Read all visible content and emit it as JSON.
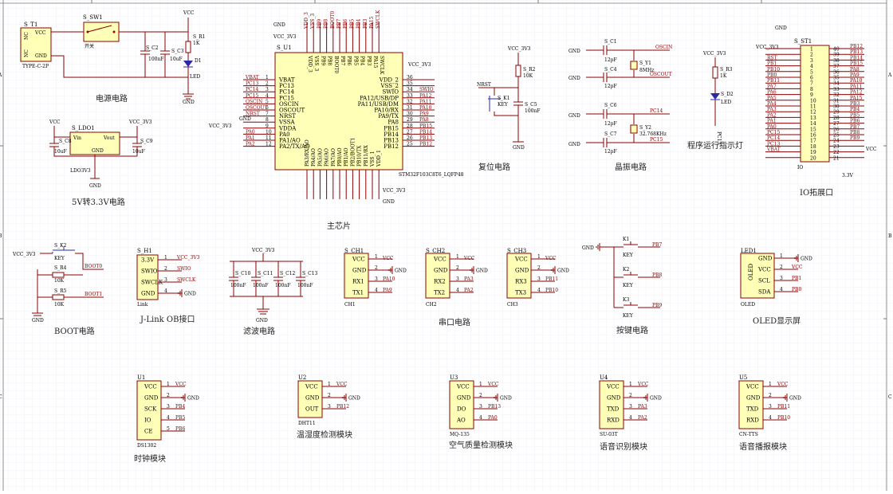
{
  "colors": {
    "wire": "#8b0000",
    "bus": "#2a2aa8",
    "body": "#ffffb8",
    "grid": "#e6e6ee"
  },
  "border": {
    "rows": [
      "A",
      "B",
      "C"
    ]
  },
  "titles": {
    "power": "电源电路",
    "ldo": "5V转3.3V电路",
    "mcu": "主芯片",
    "reset": "复位电路",
    "crystal": "晶振电路",
    "led": "程序运行指示灯",
    "io": "IO拓展口",
    "boot": "BOOT电路",
    "jlink": "J-Link OB接口",
    "filter": "滤波电路",
    "uart": "串口电路",
    "keys": "按键电路",
    "oled": "OLED显示屏",
    "clock": "时钟模块",
    "dht": "温湿度检测模块",
    "air": "空气质量检测模块",
    "asr": "语音识别模块",
    "tts": "语音播报模块"
  },
  "power": {
    "t1_ref": "S_T1",
    "t1_val": "TYPE-C-2P",
    "sw_ref": "S_SW1",
    "sw_val": "开关",
    "c2": "S_C2",
    "c2v": "100nF",
    "c3": "S_C3",
    "c3v": "10uF",
    "r1": "S_R1",
    "r1v": "1K",
    "d1": "D1",
    "led": "LED",
    "nc": "NC",
    "vcc": "VCC",
    "gnd": "GND"
  },
  "ldo": {
    "ref": "S_LDO1",
    "val": "LDO3V3",
    "vin": "Vin",
    "vout": "Vout",
    "gnd": "GND",
    "c8": "S_C8",
    "c8v": "10uF",
    "c9": "S_C9",
    "c9v": "10uF",
    "vcc": "VCC",
    "vcc3": "VCC_3V3"
  },
  "mcu": {
    "ref": "S_U1",
    "part": "STM32F103C8T6_LQFP48",
    "left": [
      "VBAT",
      "PC13",
      "PC14",
      "PC15",
      "OSCIN",
      "OSCOUT",
      "NRST",
      "VSSA",
      "VDDA",
      "PA0",
      "PA1/AO",
      "PA2/TX/AO"
    ],
    "right": [
      "VDD_2",
      "VSS_2",
      "SWIO",
      "PA12/USB/DP",
      "PA11/USB/DM",
      "PA10/RX",
      "PA9/TX",
      "PA8",
      "PB15",
      "PB14",
      "PB13",
      "PB12"
    ],
    "top": [
      "VDD_3",
      "VSS_3",
      "PB9",
      "PB8",
      "BOOT0",
      "PB7",
      "PB6",
      "PB5",
      "PB4",
      "PB3",
      "PA15",
      "SWCLK"
    ],
    "bottom": [
      "PA3/RX/AO",
      "PA4/AO",
      "PA5/AO",
      "PA6/AO",
      "PA7/AO",
      "PB0/AO",
      "PB1/AO",
      "PB2/BOOT1",
      "PB10/TX",
      "PB11/RX",
      "VSS_1",
      "VDD_1"
    ],
    "lnets": [
      "VBAT",
      "PC13",
      "PC14",
      "PC15",
      "OSCIN",
      "OSCOUT",
      "NRST",
      "",
      "",
      "PA0",
      "PA1",
      "PA2"
    ],
    "rnets": [
      "",
      "",
      "SWIO",
      "PA12",
      "PA11",
      "PA10",
      "PA9",
      "PA8",
      "PB15",
      "PB14",
      "PB13",
      "PB12"
    ],
    "vcc3": "VCC_3V3",
    "gnd": "GND"
  },
  "reset": {
    "vcc": "VCC_3V3",
    "r2": "S_R2",
    "r2v": "10K",
    "k": "S_K1",
    "kv": "KEY",
    "c5": "S_C5",
    "c5v": "100nF",
    "nrst": "NRST",
    "gnd": "GND"
  },
  "crystal": {
    "c1": "S_C1",
    "c4": "S_C4",
    "c6": "S_C6",
    "c7": "S_C7",
    "cv": "12pF",
    "y1": "S_Y1",
    "y1v": "8MHz",
    "y2": "S_Y2",
    "y2v": "32.768KHz",
    "n1": "OSCIN",
    "n2": "OSCOUT",
    "n3": "PC14",
    "n4": "PC15",
    "gnd": "GND"
  },
  "led": {
    "vcc": "VCC_3V3",
    "r": "S_R3",
    "rv": "1K",
    "d": "S_D2",
    "dv": "LED",
    "pin": "PC13"
  },
  "io": {
    "ref": "S_ST1",
    "val": "IO",
    "vcc3": "VCC_3V3",
    "vcc": "VCC",
    "gnd": "GND",
    "v33": "3.3V",
    "lnets": [
      "",
      "",
      "RST",
      "PB1",
      "PB10",
      "PB0",
      "PB11",
      "PA7",
      "PA6",
      "PA5",
      "PA4",
      "PA3",
      "PA2",
      "PA1",
      "PA0",
      "PC15",
      "PC14",
      "PC13",
      "VBAT",
      ""
    ],
    "rnets": [
      "PB12",
      "PB13",
      "PB14",
      "PB15",
      "PA8",
      "PA9",
      "PA10",
      "PA11",
      "PA12",
      "PA15",
      "PB3",
      "PB4",
      "PB5",
      "PB6",
      "PB7",
      "PB8",
      "PB9",
      "",
      "",
      ""
    ]
  },
  "boot": {
    "vcc": "VCC_3V3",
    "k": "S_K2",
    "kv": "KEY",
    "r4": "S_R4",
    "r4v": "10K",
    "r5": "S_R5",
    "r5v": "10K",
    "b0": "BOOT0",
    "b1": "BOOT1",
    "gnd": "GND"
  },
  "jlink": {
    "ref": "S_H1",
    "val": "Link",
    "pins": [
      "3.3V",
      "SWIO",
      "SWCLK",
      "GND"
    ],
    "nets": [
      "VCC_3V3",
      "SWIO",
      "SWCLK",
      "GND"
    ]
  },
  "filter": {
    "vcc": "VCC_3V3",
    "caps": [
      "S_C10",
      "S_C11",
      "S_C12",
      "S_C13"
    ],
    "cv": "100nF",
    "gnd": "GND"
  },
  "uart": [
    {
      "ref": "S_CH1",
      "val": "CH1",
      "rx": "PA10",
      "tx": "PA9"
    },
    {
      "ref": "S_CH2",
      "val": "CH2",
      "rx": "PA3",
      "tx": "PA2"
    },
    {
      "ref": "S_CH3",
      "val": "CH3",
      "rx": "PB11",
      "tx": "PB10"
    }
  ],
  "uart_pins": [
    "VCC",
    "GND",
    "RX1",
    "TX1"
  ],
  "uart_pins2": [
    "VCC",
    "GND",
    "RX2",
    "TX2"
  ],
  "uart_pins3": [
    "VCC",
    "GND",
    "RX3",
    "TX3"
  ],
  "keys": {
    "refs": [
      "K1",
      "K2",
      "K3"
    ],
    "val": "KEY",
    "nets": [
      "PB7",
      "PB8",
      "PB9"
    ],
    "gnd": "GND"
  },
  "oled": {
    "ref": "LED1",
    "val": "OLED",
    "pins": [
      "GND",
      "VCC",
      "SCL",
      "SDA"
    ],
    "nets": [
      "GND",
      "VCC",
      "PB1",
      "PB0"
    ],
    "body": "OLED"
  },
  "modules": [
    {
      "ref": "U1",
      "val": "DS1302",
      "pins": [
        "VCC",
        "GND",
        "SCK",
        "IO",
        "CE"
      ],
      "nets": [
        "VCC",
        "GND",
        "PB4",
        "PB5",
        "PB6"
      ]
    },
    {
      "ref": "U2",
      "val": "DHT11",
      "pins": [
        "VCC",
        "GND",
        "OUT"
      ],
      "nets": [
        "VCC",
        "GND",
        "PB12"
      ]
    },
    {
      "ref": "U3",
      "val": "MQ-135",
      "pins": [
        "VCC",
        "GND",
        "DO",
        "AO"
      ],
      "nets": [
        "VCC",
        "GND",
        "PB13",
        "PA0"
      ]
    },
    {
      "ref": "U4",
      "val": "SU-03T",
      "pins": [
        "VCC",
        "GND",
        "TXD",
        "RXD"
      ],
      "nets": [
        "VCC",
        "GND",
        "PA3",
        "PA2"
      ]
    },
    {
      "ref": "U5",
      "val": "CN-TTS",
      "pins": [
        "VCC",
        "GND",
        "TXD",
        "RXD"
      ],
      "nets": [
        "VCC",
        "GND",
        "PB11",
        "PB10"
      ]
    }
  ]
}
